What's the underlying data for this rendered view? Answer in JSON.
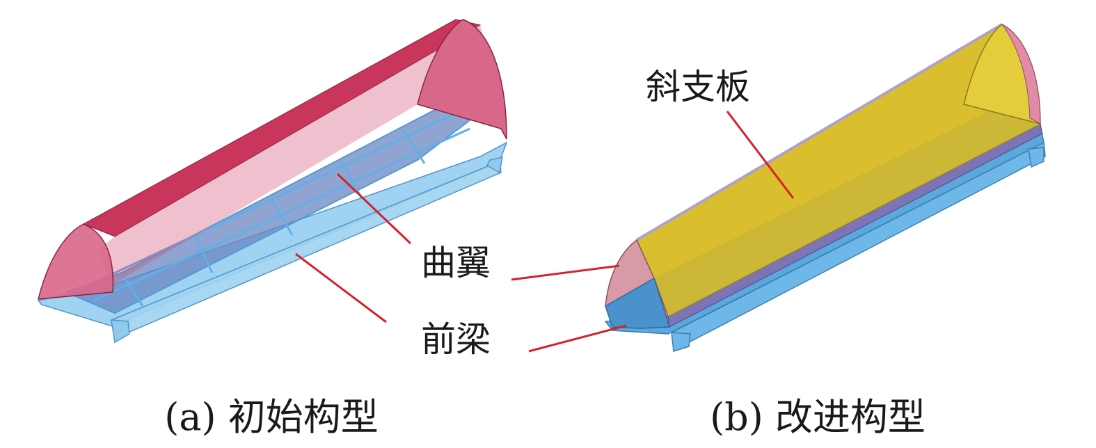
{
  "labels": {
    "diagonal_plate": "斜支板",
    "curved_wing": "曲翼",
    "front_beam": "前梁"
  },
  "captions": {
    "left": "(a) 初始构型",
    "right": "(b) 改进构型"
  },
  "colors": {
    "wing_red": "#c8365b",
    "wing_pink": "#d9678a",
    "beam_blue": "#7bbde6",
    "beam_dark": "#5a9fd0",
    "plate_yellow": "#d9bf2e",
    "plate_yellow_light": "#e4cd3b",
    "strip_purple": "#7d74b6",
    "leader_red": "#d6202b"
  }
}
